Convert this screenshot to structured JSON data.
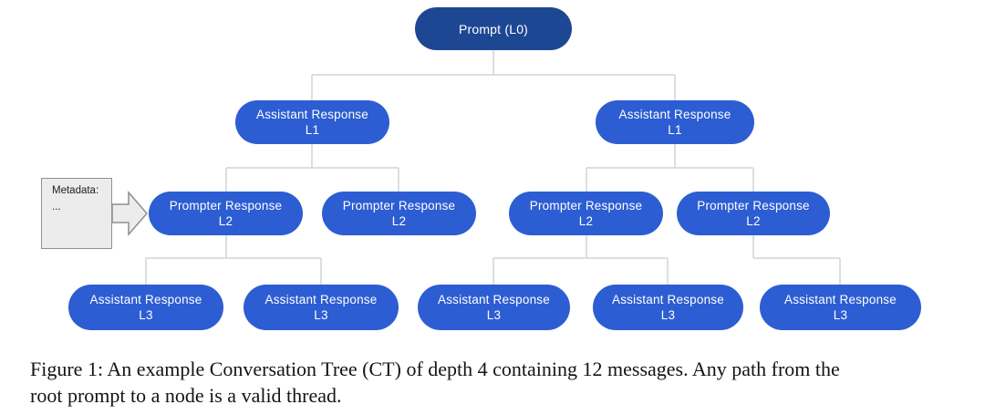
{
  "figure": {
    "caption_lines": [
      "Figure 1: An example Conversation Tree (CT) of depth 4 containing 12 messages. Any path from the",
      "root prompt to a node is a valid thread."
    ]
  },
  "tree": {
    "root": {
      "label": "Prompt (L0)"
    },
    "l1": [
      {
        "title": "Assistant Response",
        "level": "L1"
      },
      {
        "title": "Assistant Response",
        "level": "L1"
      }
    ],
    "l2": [
      {
        "title": "Prompter Response",
        "level": "L2"
      },
      {
        "title": "Prompter Response",
        "level": "L2"
      },
      {
        "title": "Prompter Response",
        "level": "L2"
      },
      {
        "title": "Prompter Response",
        "level": "L2"
      }
    ],
    "l3": [
      {
        "title": "Assistant Response",
        "level": "L3"
      },
      {
        "title": "Assistant Response",
        "level": "L3"
      },
      {
        "title": "Assistant Response",
        "level": "L3"
      },
      {
        "title": "Assistant Response",
        "level": "L3"
      },
      {
        "title": "Assistant Response",
        "level": "L3"
      }
    ]
  },
  "metadata_note": {
    "title": "Metadata:",
    "body": "..."
  },
  "colors": {
    "root_fill": "#1e4793",
    "node_fill": "#2d5dd2",
    "connector": "#d4d4d4",
    "note_fill": "#ececec",
    "note_border": "#8f8f8f"
  }
}
